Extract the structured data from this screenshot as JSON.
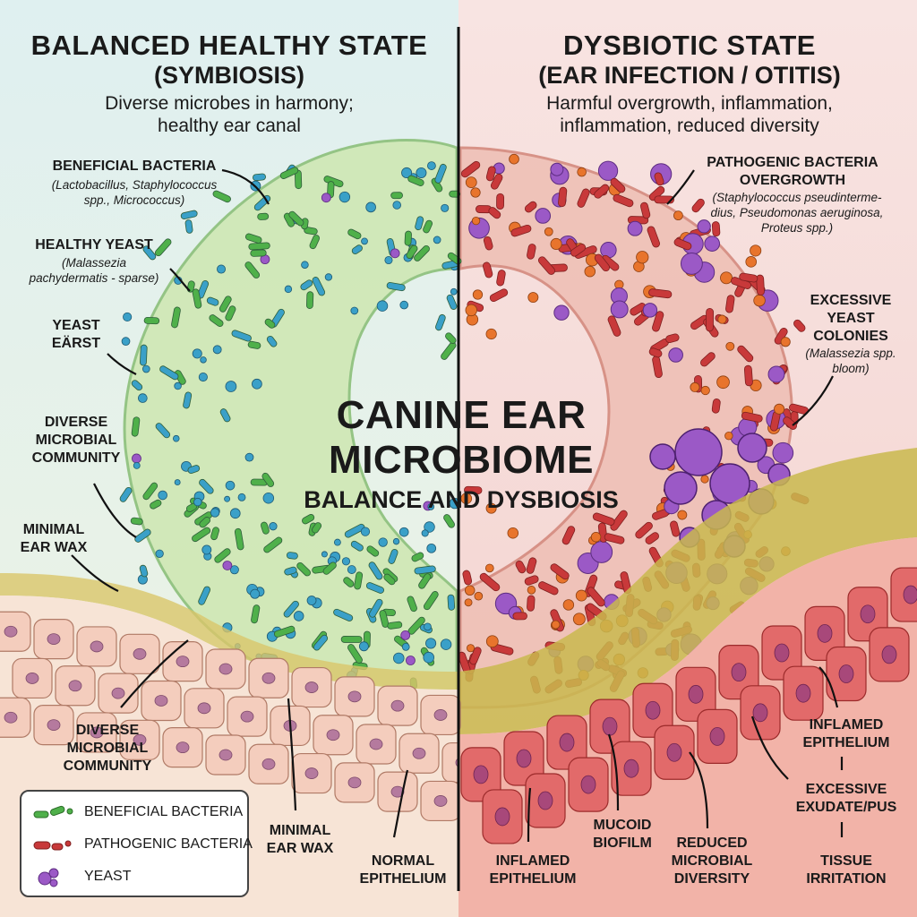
{
  "left_panel": {
    "title_1": "BALANCED HEALTHY STATE",
    "title_2": "(SYMBIOSIS)",
    "subtitle_1": "Diverse microbes in harmony;",
    "subtitle_2": "healthy ear canal",
    "labels": {
      "beneficial_title": "BENEFICIAL BACTERIA",
      "beneficial_sp_1": "(Lactobacillus, Staphylococcus",
      "beneficial_sp_2": "spp., Micrococcus)",
      "healthy_yeast_title": "HEALTHY YEAST",
      "healthy_yeast_sp_1": "(Malassezia",
      "healthy_yeast_sp_2": "pachydermatis - sparse)",
      "yeast_1": "YEAST",
      "yeast_2": "EÄRST",
      "diverse_1": "DIVERSE",
      "diverse_2": "MICROBIAL",
      "diverse_3": "COMMUNITY",
      "wax_1": "MINIMAL",
      "wax_2": "EAR WAX",
      "diverse_b1": "DIVERSE",
      "diverse_b2": "MICROBIAL",
      "diverse_b3": "COMMUNITY",
      "wax_b1": "MINIMAL",
      "wax_b2": "EAR WAX",
      "epi_1": "NORMAL",
      "epi_2": "EPITHELIUM"
    }
  },
  "right_panel": {
    "title_1": "DYSBIOTIC STATE",
    "title_2": "(EAR INFECTION / OTITIS)",
    "subtitle_1": "Harmful overgrowth, inflammation,",
    "subtitle_2": "inflammation, reduced diversity",
    "labels": {
      "patho_1": "PATHOGENIC BACTERIA",
      "patho_2": "OVERGROWTH",
      "patho_sp_1": "(Staphylococcus pseudinterme-",
      "patho_sp_2": "dius, Pseudomonas aeruginosa,",
      "patho_sp_3": "Proteus spp.)",
      "yeast_1": "EXCESSIVE",
      "yeast_2": "YEAST",
      "yeast_3": "COLONIES",
      "yeast_sp_1": "(Malassezia spp.",
      "yeast_sp_2": "bloom)",
      "infl_1": "INFLAMED",
      "infl_2": "EPITHELIUM",
      "exu_1": "EXCESSIVE",
      "exu_2": "EXUDATE/PUS",
      "tis_1": "TISSUE",
      "tis_2": "IRRITATION",
      "infl_b1": "INFLAMED",
      "infl_b2": "EPITHELIUM",
      "mucoid_1": "MUCOID",
      "mucoid_2": "BIOFILM",
      "reduced_1": "REDUCED",
      "reduced_2": "MICROBIAL",
      "reduced_3": "DIVERSITY"
    }
  },
  "center": {
    "title_1": "CANINE EAR",
    "title_2": "MICROBIOME",
    "subtitle": "BALANCE AND DYSBIOSIS"
  },
  "legend": {
    "items": [
      {
        "label": "BENEFICIAL BACTERIA",
        "color": "#4fb04a"
      },
      {
        "label": "PATHOGENIC BACTERIA",
        "color": "#c8393a"
      },
      {
        "label": "YEAST",
        "color": "#9b59c6"
      }
    ]
  },
  "colors": {
    "left_bg": "#e3f1ec",
    "right_bg": "#f6dcd8",
    "beneficial_green": "#4fb04a",
    "beneficial_blue": "#3aa0c8",
    "pathogenic_red": "#c8393a",
    "pathogenic_orange": "#e8742c",
    "yeast_purple": "#9b59c6",
    "wax": "#d9c66a",
    "epithelium_normal": "#f4cdbd",
    "epithelium_inflamed": "#e26a6a"
  }
}
